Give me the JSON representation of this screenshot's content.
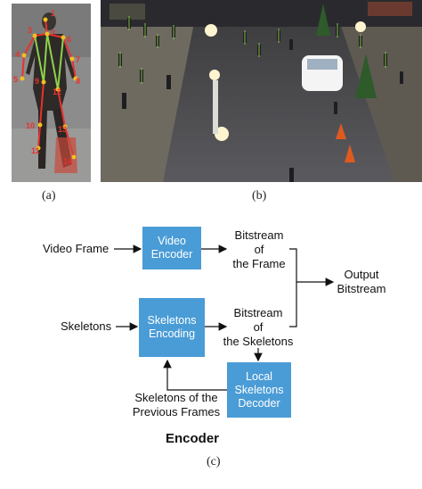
{
  "panel_a": {
    "caption": "(a)",
    "joint_numbers": [
      "1",
      "2",
      "3",
      "4",
      "5",
      "6",
      "7",
      "8",
      "9",
      "10",
      "11",
      "12",
      "13",
      "14"
    ]
  },
  "panel_b": {
    "caption": "(b)"
  },
  "panel_c": {
    "caption": "(c)",
    "title": "Encoder",
    "inputs": {
      "video_frame": "Video Frame",
      "skeletons": "Skeletons"
    },
    "boxes": {
      "video_encoder": [
        "Video",
        "Encoder"
      ],
      "skeletons_encoding": [
        "Skeletons",
        "Encoding"
      ],
      "local_decoder": [
        "Local",
        "Skeletons",
        "Decoder"
      ]
    },
    "bitstream_frame": [
      "Bitstream",
      "of",
      "the Frame"
    ],
    "bitstream_skeletons": [
      "Bitstream",
      "of",
      "the Skeletons"
    ],
    "output": [
      "Output",
      "Bitstream"
    ],
    "previous_frames": [
      "Skeletons of the",
      "Previous Frames"
    ]
  },
  "colors": {
    "box_fill": "#4a9cd6",
    "skeleton_red": "#e8322f",
    "skeleton_green": "#8dd24a",
    "arrow": "#111111"
  }
}
